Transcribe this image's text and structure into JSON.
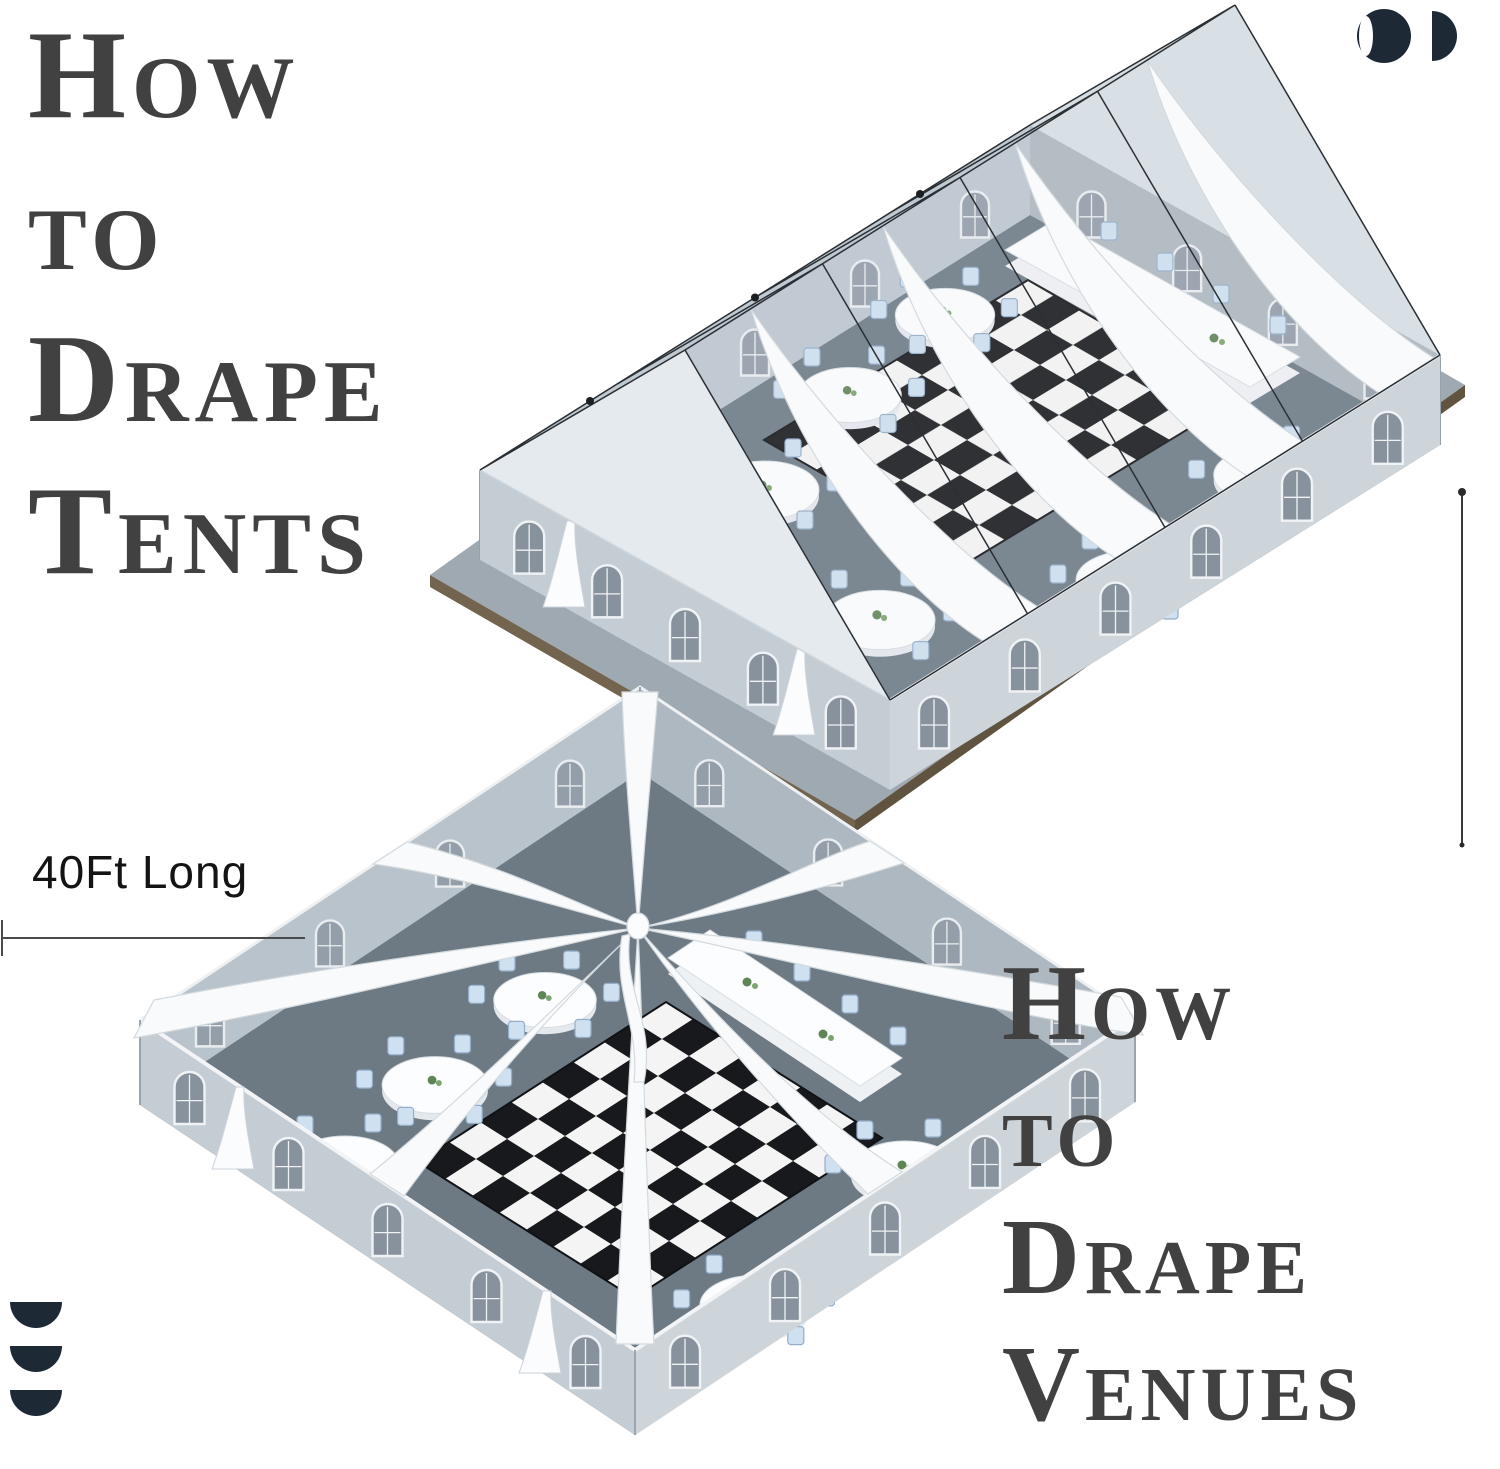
{
  "titles": {
    "tents": {
      "lines": [
        "How",
        "to",
        "Drape",
        "Tents"
      ]
    },
    "venues": {
      "lines": [
        "How",
        "to",
        "Drape",
        "Venues"
      ]
    }
  },
  "labels": {
    "dimension": "40Ft Long"
  },
  "icons": {
    "top_right": [
      "crescent-circle-icon",
      "half-circle-icon"
    ],
    "bottom_left": [
      "half-disc-icon",
      "half-disc-icon",
      "half-disc-icon"
    ]
  },
  "colors": {
    "heading": "#414141",
    "icon_dark": "#1d2a36",
    "floor": "#6d7a84",
    "wall_exterior": "#c6ced5",
    "wall_interior": "#b7c1c9",
    "window_glass": "#87929c",
    "drape_white": "#f8fafb",
    "chair_blue": "#cfe0f0",
    "checker_dark": "#17191c",
    "checker_light": "#f4f4f4",
    "platform": "#9fa9b1",
    "frame_line": "#2a2f34"
  }
}
